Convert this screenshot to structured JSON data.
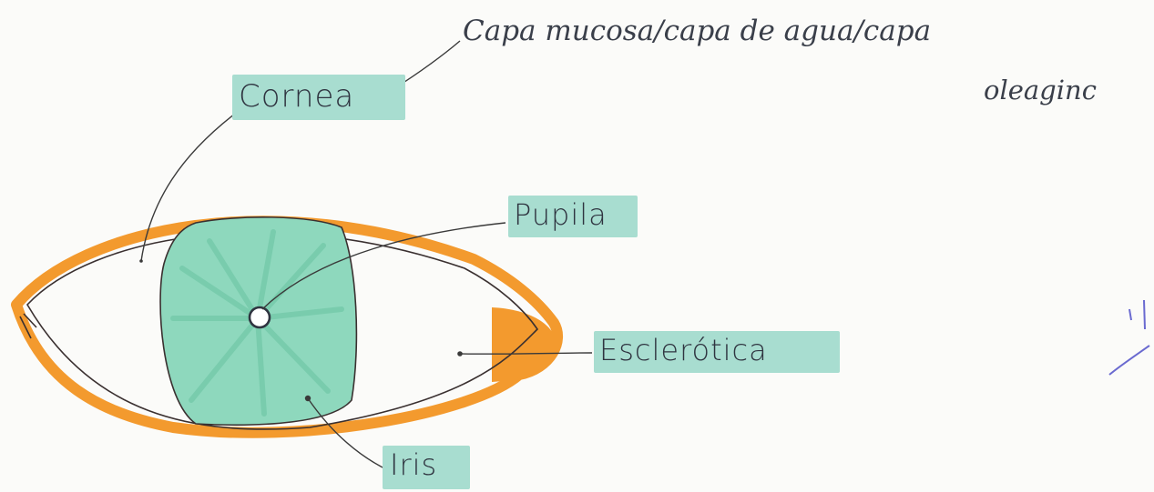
{
  "labels": {
    "cornea": "Cornea",
    "pupila": "Pupila",
    "esclerotica": "Esclerótica",
    "iris": "Iris"
  },
  "note": {
    "line1": "Capa mucosa/capa de agua/capa",
    "line2": "oleaginc"
  },
  "colors": {
    "outline": "#f39a2e",
    "iris": "#8ed8bd",
    "highlight": "#a8ddd0",
    "ink": "#2f3440",
    "margin_pen": "#6a6ad0"
  }
}
